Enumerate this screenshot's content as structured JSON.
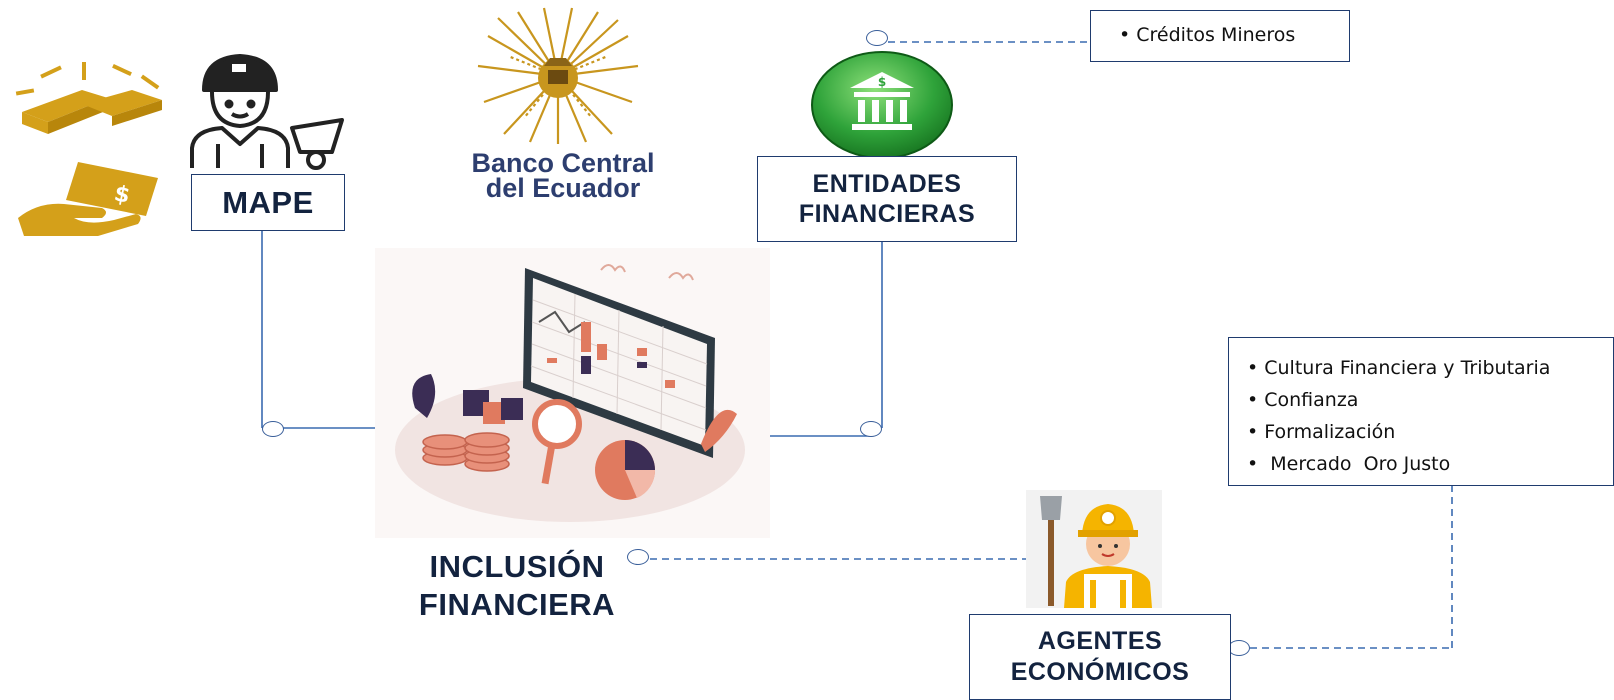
{
  "nodes": {
    "mape": "MAPE",
    "entidades": [
      "ENTIDADES",
      "FINANCIERAS"
    ],
    "inclusion": [
      "INCLUSIÓN",
      "FINANCIERA"
    ],
    "agentes": [
      "AGENTES",
      "ECONÓMICOS"
    ]
  },
  "logo": {
    "line1": "Banco Central",
    "line2": "del Ecuador"
  },
  "callouts": {
    "creditos": [
      "• Créditos Mineros"
    ],
    "agentes_items": [
      "• Cultura Financiera y Tributaria",
      "• Confianza",
      "• Formalización",
      "•  Mercado  Oro Justo"
    ]
  },
  "colors": {
    "box_border": "#1f3b6e",
    "title_text": "#13233f",
    "connector": "#3a6bb0",
    "gold": "#d4a01a",
    "bank_green": "#2fa33a"
  },
  "icons": {
    "gold_bars": "gold-bars-icon",
    "hand_money": "hand-money-icon",
    "miner": "miner-icon",
    "bank": "bank-icon",
    "dashboard": "dashboard-illustration",
    "worker": "worker-icon"
  }
}
